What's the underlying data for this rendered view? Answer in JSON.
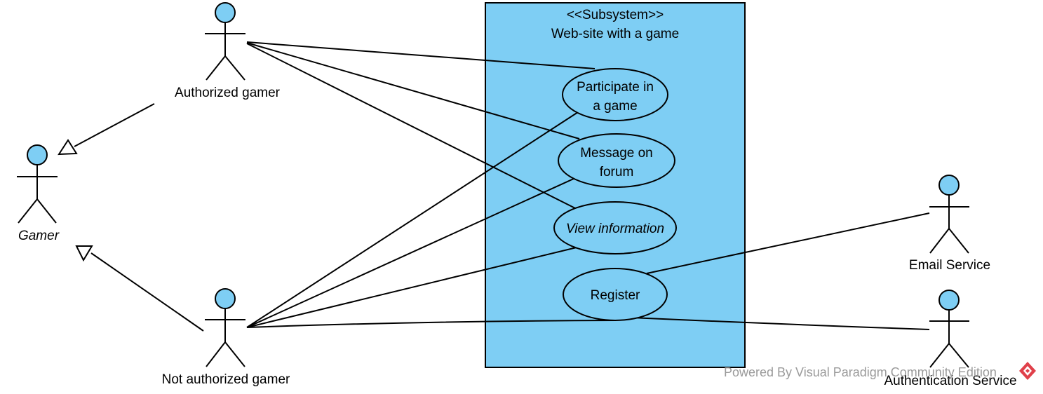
{
  "subsystem": {
    "stereotype": "<<Subsystem>>",
    "name": "Web-site with a game"
  },
  "actors": {
    "gamer": "Gamer",
    "authorized": "Authorized gamer",
    "not_authorized": "Not authorized gamer",
    "email": "Email  Service",
    "auth": "Authentication  Service"
  },
  "use_cases": {
    "participate": [
      "Participate in",
      "a game"
    ],
    "message": [
      "Message on",
      "forum"
    ],
    "view": "View information",
    "register": "Register"
  },
  "watermark": "Powered By Visual Paradigm Community Edition",
  "colors": {
    "fill": "#7ecef4",
    "stroke": "#000000",
    "watermark": "#9a9a9a",
    "logo": "#e0404a"
  }
}
